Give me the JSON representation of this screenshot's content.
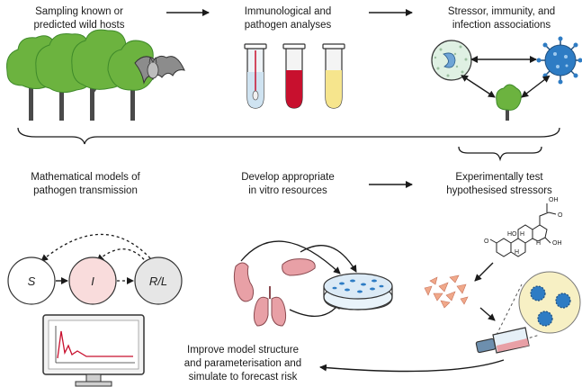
{
  "steps": {
    "sampling": {
      "line1": "Sampling known or",
      "line2": "predicted wild hosts"
    },
    "analyses": {
      "line1": "Immunological and",
      "line2": "pathogen analyses"
    },
    "associations": {
      "line1": "Stressor, immunity, and",
      "line2": "infection associations"
    },
    "models": {
      "line1": "Mathematical models of",
      "line2": "pathogen transmission"
    },
    "invitro": {
      "line1": "Develop appropriate",
      "line2": "in vitro resources"
    },
    "test": {
      "line1": "Experimentally test",
      "line2": "hypothesised stressors"
    },
    "improve": {
      "line1": "Improve model structure",
      "line2": "and parameterisation and",
      "line3": "simulate to forecast risk"
    }
  },
  "compartments": {
    "s": "S",
    "i": "I",
    "rl": "R/L"
  },
  "molecule": {
    "oh_top": "OH",
    "o_right": "O",
    "ho_left": "HO",
    "oh_right": "OH",
    "o_left": "O",
    "h1": "H",
    "h2": "H",
    "h3": "H"
  },
  "colors": {
    "tree_green": "#6cb33f",
    "tree_dark": "#3f8a2a",
    "trunk": "#4a4a4a",
    "blood": "#c8102e",
    "serum": "#f6e58d",
    "cell_pink": "#e8a0a6",
    "virus_blue": "#2e7cc4",
    "compartment_i": "#f9dcdc",
    "compartment_rl": "#e6e6e6"
  }
}
